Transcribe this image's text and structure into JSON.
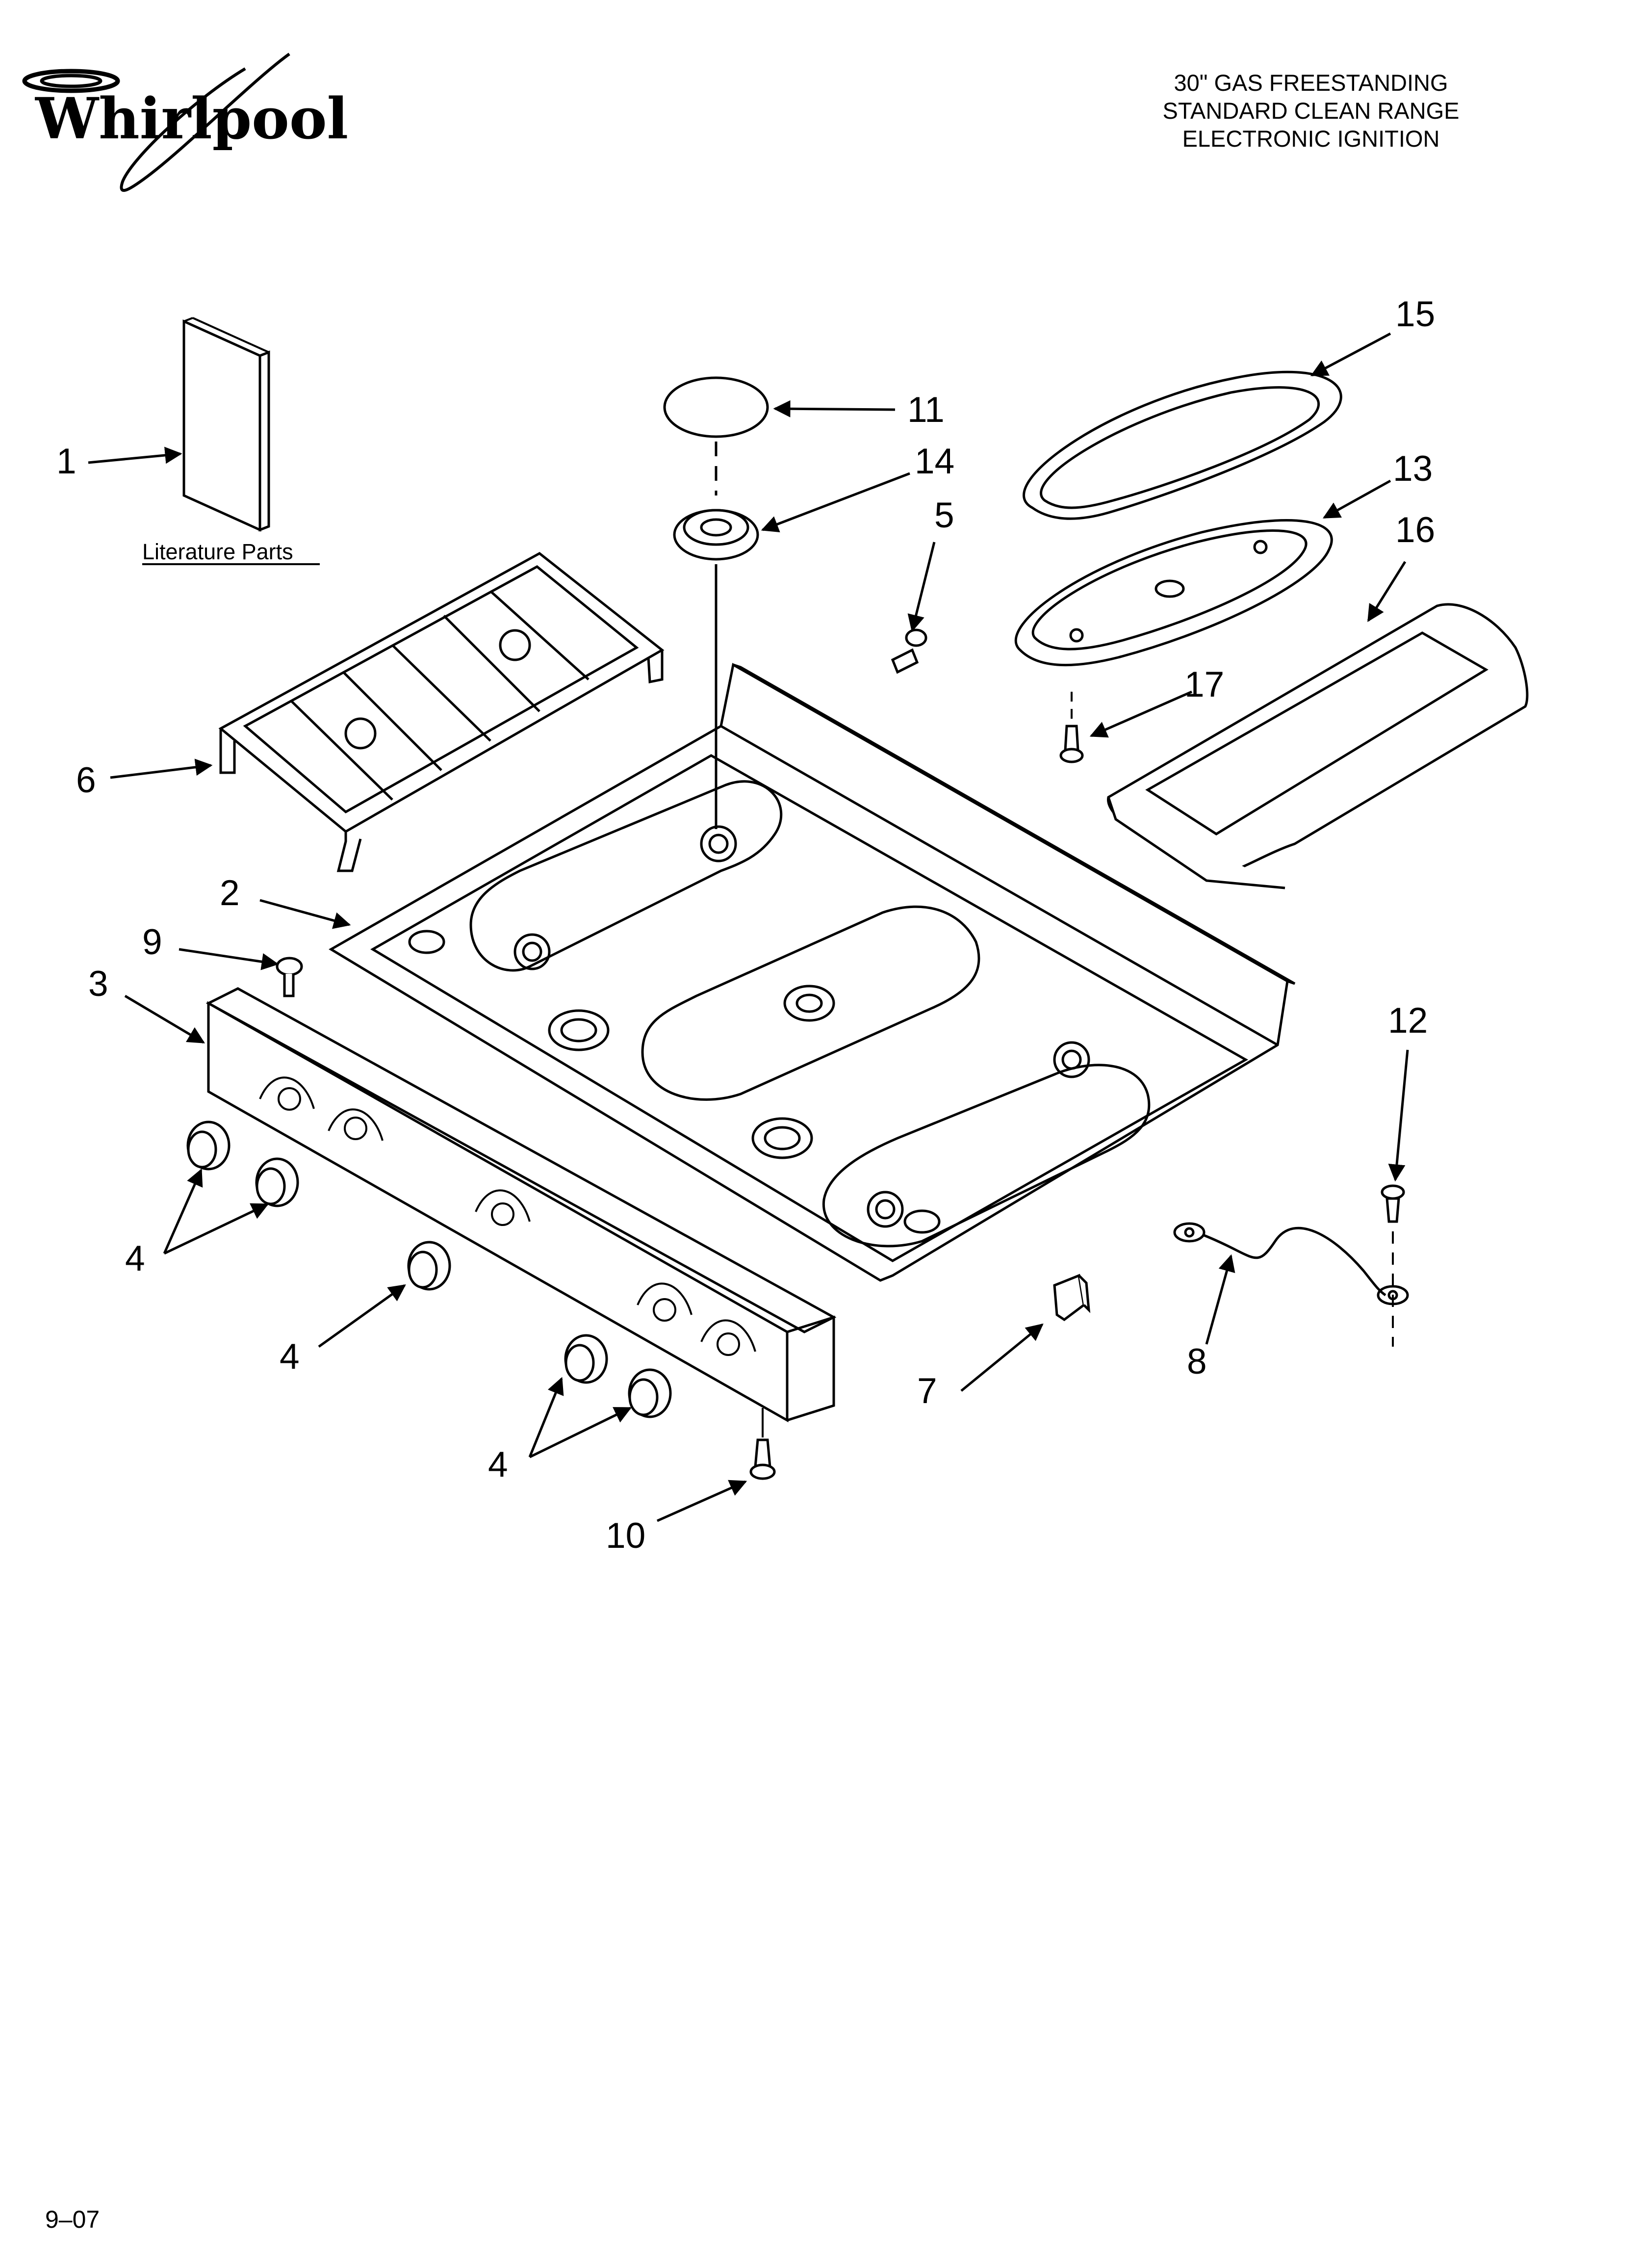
{
  "logo": {
    "brand": "Whirlpool"
  },
  "header": {
    "line1": "30\" GAS FREESTANDING",
    "line2": "STANDARD CLEAN RANGE",
    "line3": "ELECTRONIC IGNITION"
  },
  "literature_label": "Literature Parts",
  "callouts": {
    "c1": "1",
    "c2": "2",
    "c3": "3",
    "c4a": "4",
    "c4b": "4",
    "c4c": "4",
    "c5": "5",
    "c6": "6",
    "c7": "7",
    "c8": "8",
    "c9": "9",
    "c10": "10",
    "c11": "11",
    "c12": "12",
    "c13": "13",
    "c14": "14",
    "c15": "15",
    "c16": "16",
    "c17": "17"
  },
  "footer": {
    "date_code": "9–07"
  }
}
